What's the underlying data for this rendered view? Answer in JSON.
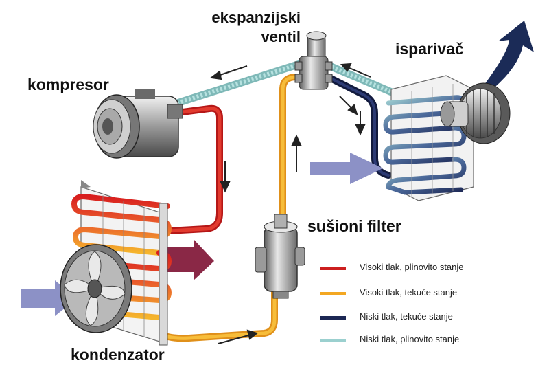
{
  "labels": {
    "kompresor": "kompresor",
    "ekspanzijski_1": "ekspanzijski",
    "ekspanzijski_2": "ventil",
    "isparivac": "isparivač",
    "susioni_filter": "sušioni filter",
    "kondenzator": "kondenzator"
  },
  "legend": [
    {
      "text": "Visoki tlak, plinovito stanje",
      "color": "#cc1f1f"
    },
    {
      "text": "Visoki tlak, tekuće stanje",
      "color": "#f3a722"
    },
    {
      "text": "Niski tlak, tekuće stanje",
      "color": "#1c2754"
    },
    {
      "text": "Niski tlak, plinovito stanje",
      "color": "#9bd0cf"
    }
  ],
  "colors": {
    "high_gas": "#cc1f1f",
    "high_liquid": "#f3a722",
    "low_liquid": "#1c2754",
    "low_gas": "#9bd0cf",
    "air_in": "#8c91c6",
    "air_out_hot": "#8a2846",
    "air_out_cold": "#1b2b57"
  },
  "icons": [
    "compressor-icon",
    "expansion-valve-icon",
    "evaporator-icon",
    "blower-fan-icon",
    "filter-dryer-icon",
    "condenser-icon",
    "condenser-fan-icon"
  ]
}
